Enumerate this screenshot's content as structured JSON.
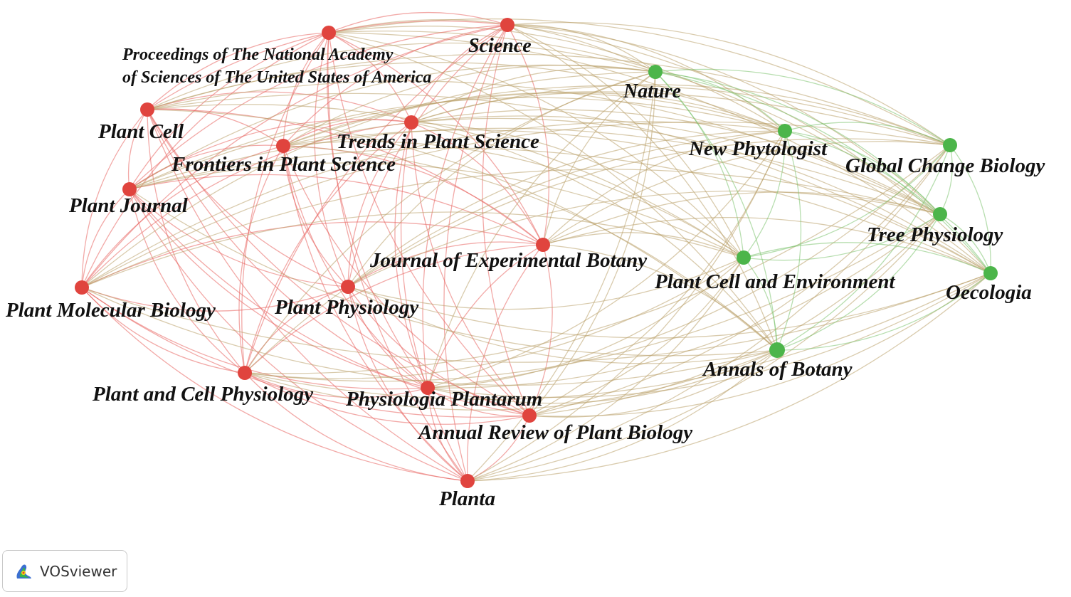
{
  "colors": {
    "cluster_red": "#e0443e",
    "cluster_green": "#4cb54a",
    "edge_red": "#e8625e",
    "edge_green": "#7cc36e",
    "edge_mixed": "#b9a16a"
  },
  "nodes": [
    {
      "id": "pnas",
      "label_lines": [
        "Proceedings of The National Academy",
        "of Sciences of The United States of America"
      ],
      "cluster": "red"
    },
    {
      "id": "science",
      "label_lines": [
        "Science"
      ],
      "cluster": "red"
    },
    {
      "id": "plant_cell",
      "label_lines": [
        "Plant Cell"
      ],
      "cluster": "red"
    },
    {
      "id": "trends",
      "label_lines": [
        "Trends in Plant Science"
      ],
      "cluster": "red"
    },
    {
      "id": "frontiers",
      "label_lines": [
        "Frontiers in Plant Science"
      ],
      "cluster": "red"
    },
    {
      "id": "plant_journal",
      "label_lines": [
        "Plant Journal"
      ],
      "cluster": "red"
    },
    {
      "id": "jexb",
      "label_lines": [
        "Journal of Experimental Botany"
      ],
      "cluster": "red"
    },
    {
      "id": "pmb",
      "label_lines": [
        "Plant Molecular Biology"
      ],
      "cluster": "red"
    },
    {
      "id": "plant_phys",
      "label_lines": [
        "Plant Physiology"
      ],
      "cluster": "red"
    },
    {
      "id": "pcp",
      "label_lines": [
        "Plant and Cell Physiology"
      ],
      "cluster": "red"
    },
    {
      "id": "physiol_plant",
      "label_lines": [
        "Physiologia Plantarum"
      ],
      "cluster": "red"
    },
    {
      "id": "arpb",
      "label_lines": [
        "Annual Review of Plant Biology"
      ],
      "cluster": "red"
    },
    {
      "id": "planta",
      "label_lines": [
        "Planta"
      ],
      "cluster": "red"
    },
    {
      "id": "nature",
      "label_lines": [
        "Nature"
      ],
      "cluster": "green"
    },
    {
      "id": "new_phyt",
      "label_lines": [
        "New Phytologist"
      ],
      "cluster": "green"
    },
    {
      "id": "gcb",
      "label_lines": [
        "Global Change Biology"
      ],
      "cluster": "green"
    },
    {
      "id": "tree_phys",
      "label_lines": [
        "Tree Physiology"
      ],
      "cluster": "green"
    },
    {
      "id": "pce",
      "label_lines": [
        "Plant Cell and Environment"
      ],
      "cluster": "green"
    },
    {
      "id": "oecologia",
      "label_lines": [
        "Oecologia"
      ],
      "cluster": "green"
    },
    {
      "id": "aob",
      "label_lines": [
        "Annals of Botany"
      ],
      "cluster": "green"
    }
  ],
  "badge": {
    "label": "VOSviewer",
    "icon": "vosviewer-logo-icon"
  }
}
